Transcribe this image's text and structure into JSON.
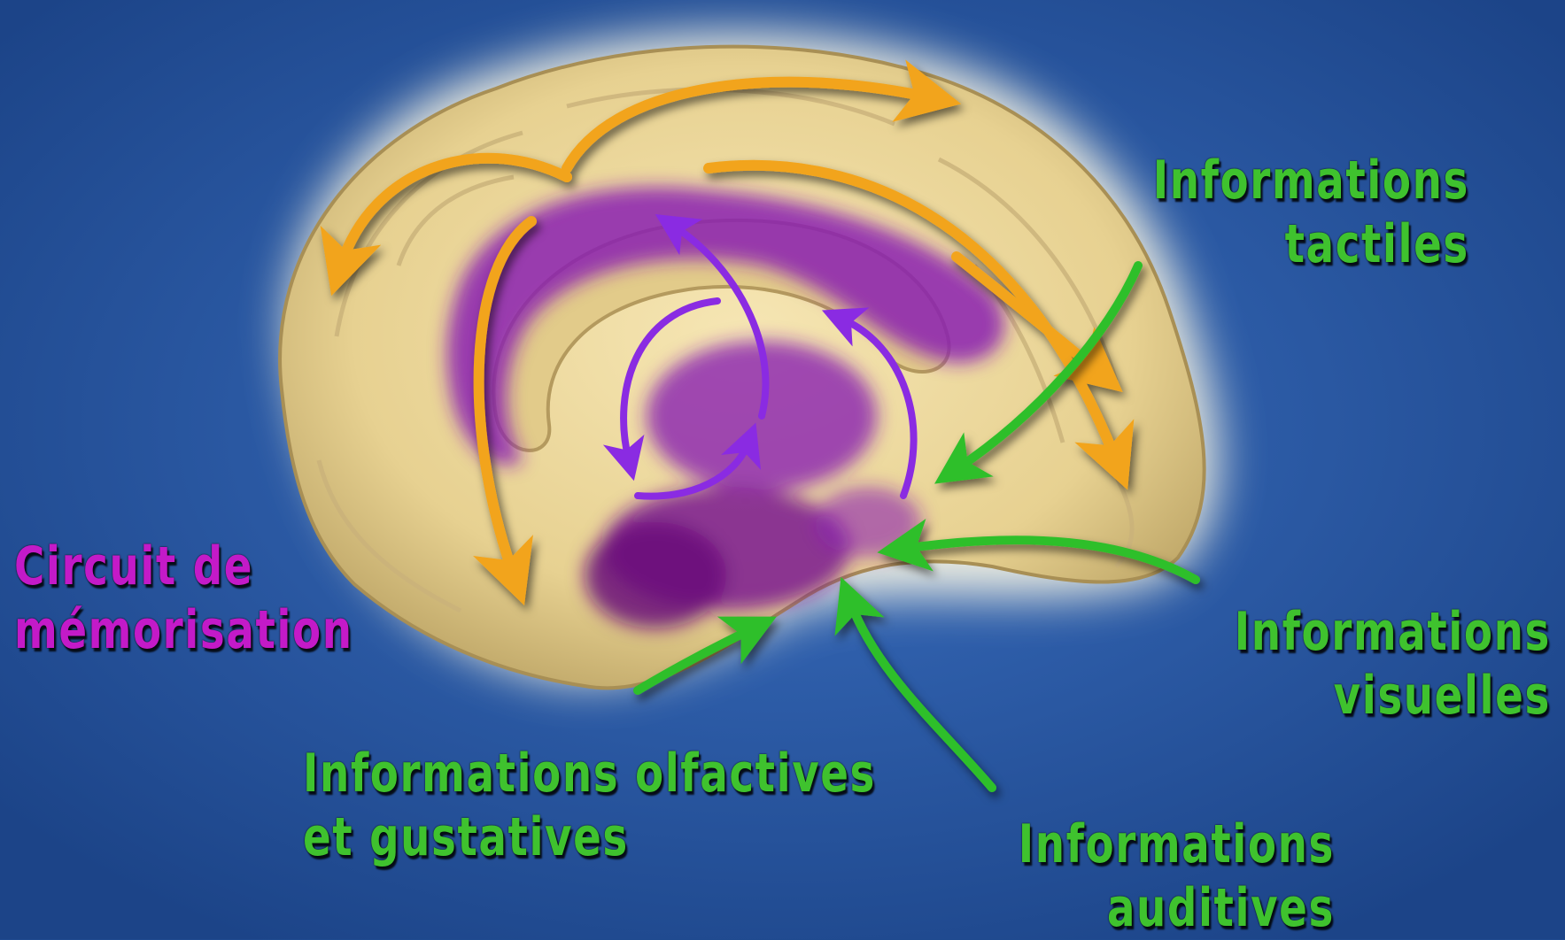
{
  "diagram": {
    "labels": {
      "memory": [
        "Circuit de",
        "mémorisation"
      ],
      "tactile": [
        "Informations",
        "tactiles"
      ],
      "visual": [
        "Informations",
        "visuelles"
      ],
      "olfactory": [
        "Informations olfactives",
        "et gustatives"
      ],
      "auditory": [
        "Informations",
        "auditives"
      ]
    },
    "colors": {
      "background": "#1f4a8f",
      "brain": "#ecd9a0",
      "memory_circuit": "#8a1fb0",
      "sensory_arrows": "#2fbf2a",
      "association_arrows": "#f0a020",
      "memory_arrows": "#8a2be2",
      "sensory_text": "#3fc22e",
      "memory_text": "#c31ac8"
    }
  }
}
